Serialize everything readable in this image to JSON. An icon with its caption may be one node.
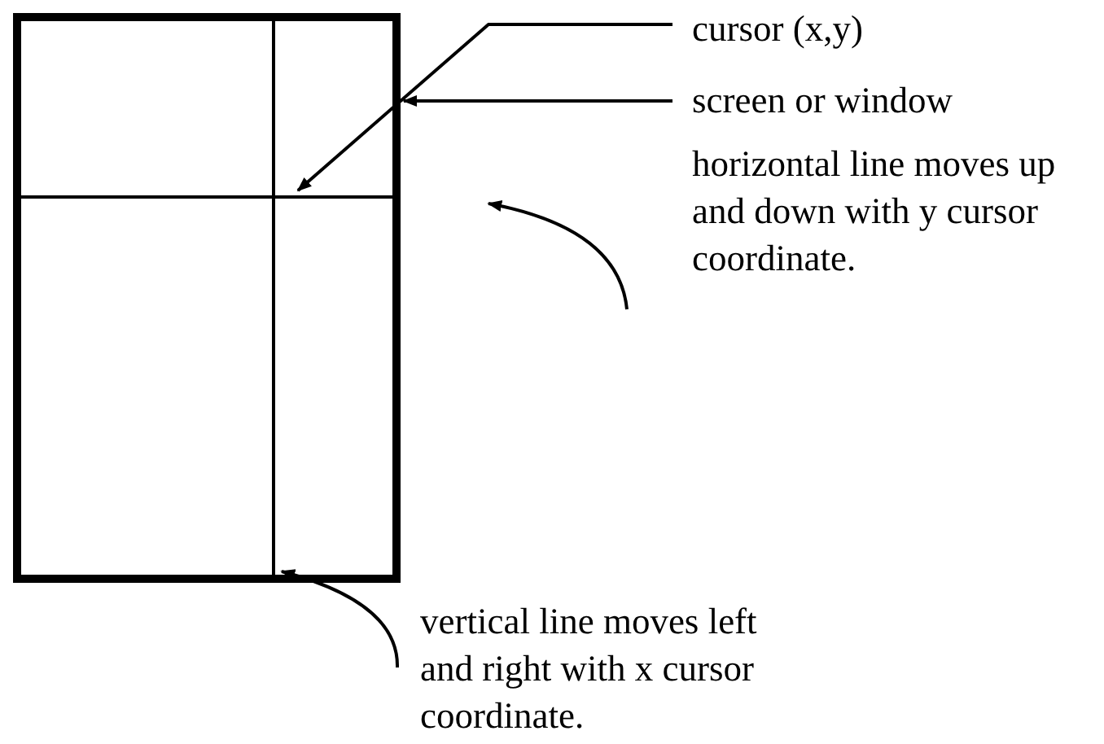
{
  "diagram": {
    "nodes": [
      {
        "text": [],
        "shape": "box"
      },
      {
        "text": [],
        "shape": "line",
        "in": 0
      },
      {
        "text": [],
        "shape": "line",
        "in": 0
      },
      {
        "text": [
          "cursor (x,y)"
        ]
      },
      {
        "text": [
          "screen or window"
        ]
      },
      {
        "text": [
          "horizontal line moves up and down with y cursor coordinate."
        ]
      },
      {
        "text": [
          "vertical line moves left and right with x cursor coordinate."
        ]
      }
    ],
    "edges": [
      {
        "from": 3,
        "to": 1,
        "arrow": "to"
      },
      {
        "from": 4,
        "to": 0,
        "arrow": "to"
      },
      {
        "from": 5,
        "to": 1,
        "arrow": "to"
      },
      {
        "from": 6,
        "to": 2,
        "arrow": "to"
      }
    ]
  }
}
